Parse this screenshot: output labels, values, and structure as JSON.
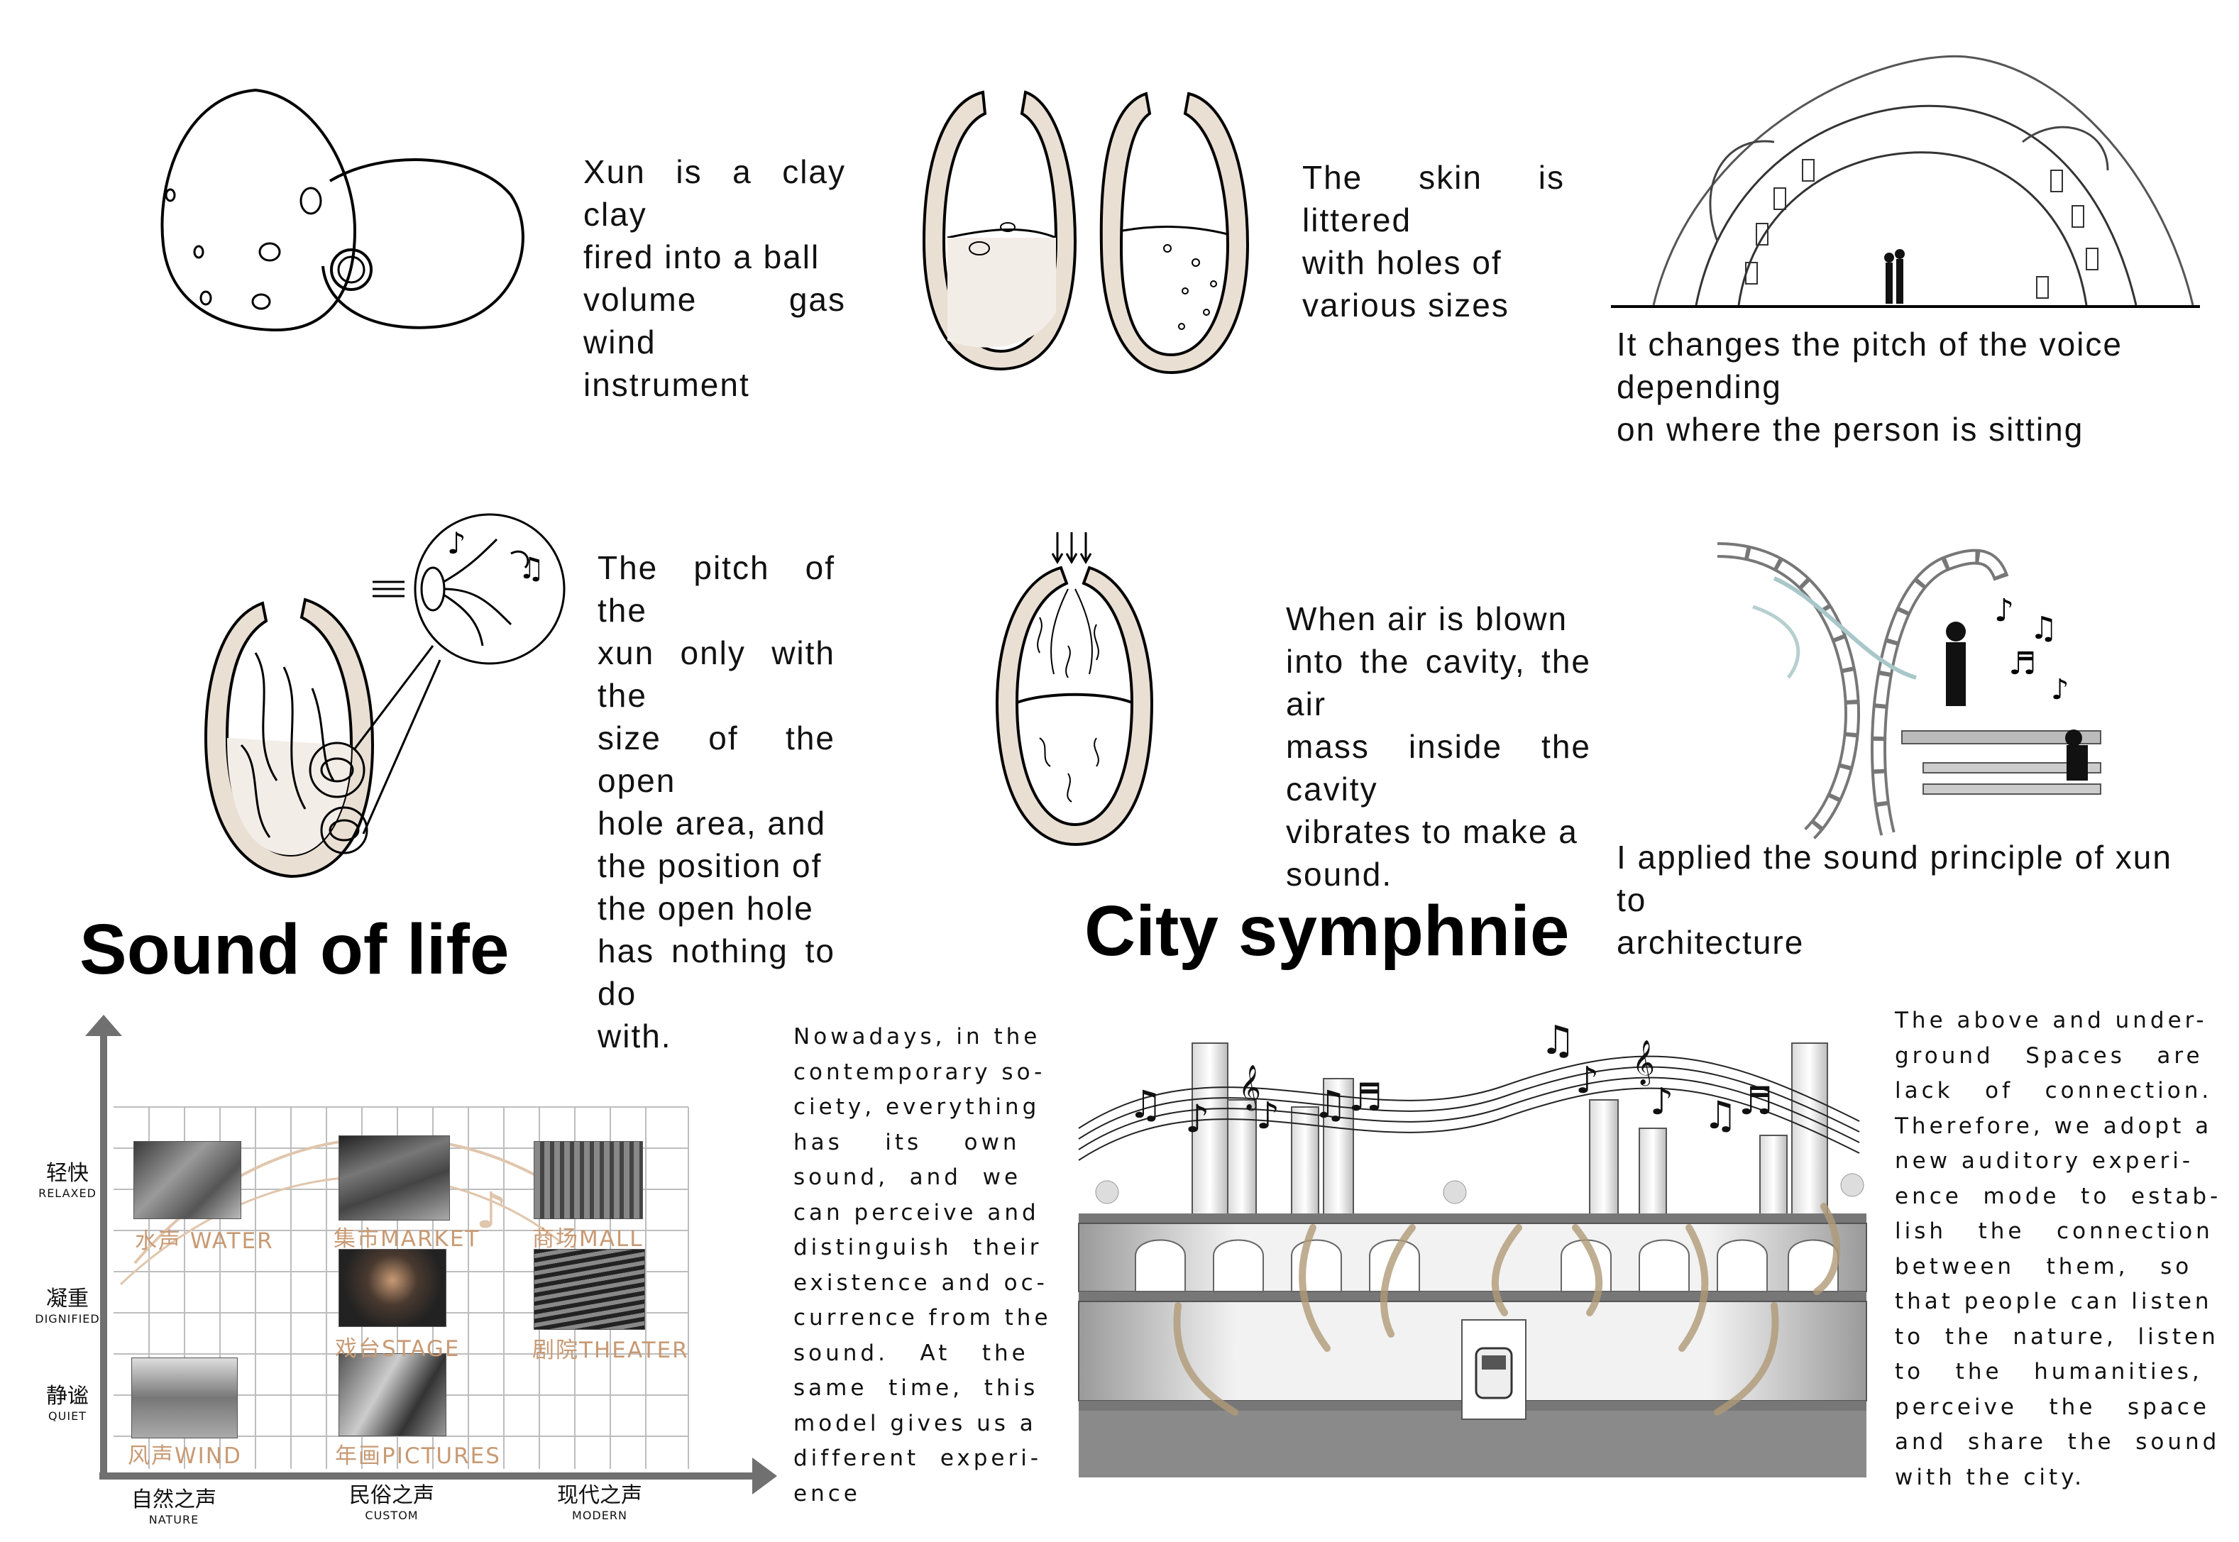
{
  "captions": {
    "xun_intro": "Xun is a clay clay\nfired into a ball\nvolume gas wind\ninstrument",
    "skin": "The skin is littered\nwith holes of\nvarious sizes",
    "pitch_seat": "It changes the pitch of the voice depending\non where the person is sitting",
    "pitch_hole": "The pitch of the\nxun only with the\nsize of the open\nhole area, and\nthe position of\nthe open hole\nhas nothing to do\nwith.",
    "air": "When air is blown\ninto the cavity, the air\nmass inside the cavity\nvibrates to make a\nsound.",
    "applied": "I applied the sound principle of xun to\narchitecture"
  },
  "titles": {
    "sound_of_life": "Sound of life",
    "city_symphonie": "City symphnie"
  },
  "paragraphs": {
    "left": "Nowadays, in the\ncontemporary so-\nciety, everything\nhas    its    own\nsound,  and  we\ncan perceive and\ndistinguish  their\nexistence and oc-\ncurrence from the\nsound.   At   the\nsame  time,  this\nmodel gives us a\ndifferent  experi-\nence",
    "right": "The above and under-\nground   Spaces   are\nlack   of   connection.\nTherefore, we adopt a\nnew auditory experi-\nence  mode  to  estab-\nlish   the   connection\nbetween   them,   so\nthat people can listen\nto  the  nature,  listen\nto   the   humanities,\nperceive   the   space\nand  share  the  sound\nwith the city."
  },
  "matrix": {
    "y_labels": [
      {
        "zh": "轻快",
        "en": "RELAXED"
      },
      {
        "zh": "凝重",
        "en": "DIGNIFIED"
      },
      {
        "zh": "静谧",
        "en": "QUIET"
      }
    ],
    "x_labels": [
      {
        "zh": "自然之声",
        "en": "NATURE"
      },
      {
        "zh": "民俗之声",
        "en": "CUSTOM"
      },
      {
        "zh": "现代之声",
        "en": "MODERN"
      }
    ],
    "cells": {
      "water": "水声 WATER",
      "market": "集市MARKET",
      "mall": "商场MALL",
      "stage": "戏台STAGE",
      "theater": "剧院THEATER",
      "wind": "风声WIND",
      "pictures": "年画PICTURES"
    }
  },
  "colors": {
    "shell_fill": "#e9dfd3",
    "label_accent": "#c89a74",
    "grid_line": "#bdbdbd",
    "axis": "#707070",
    "arrow_tan": "#b09a78"
  }
}
